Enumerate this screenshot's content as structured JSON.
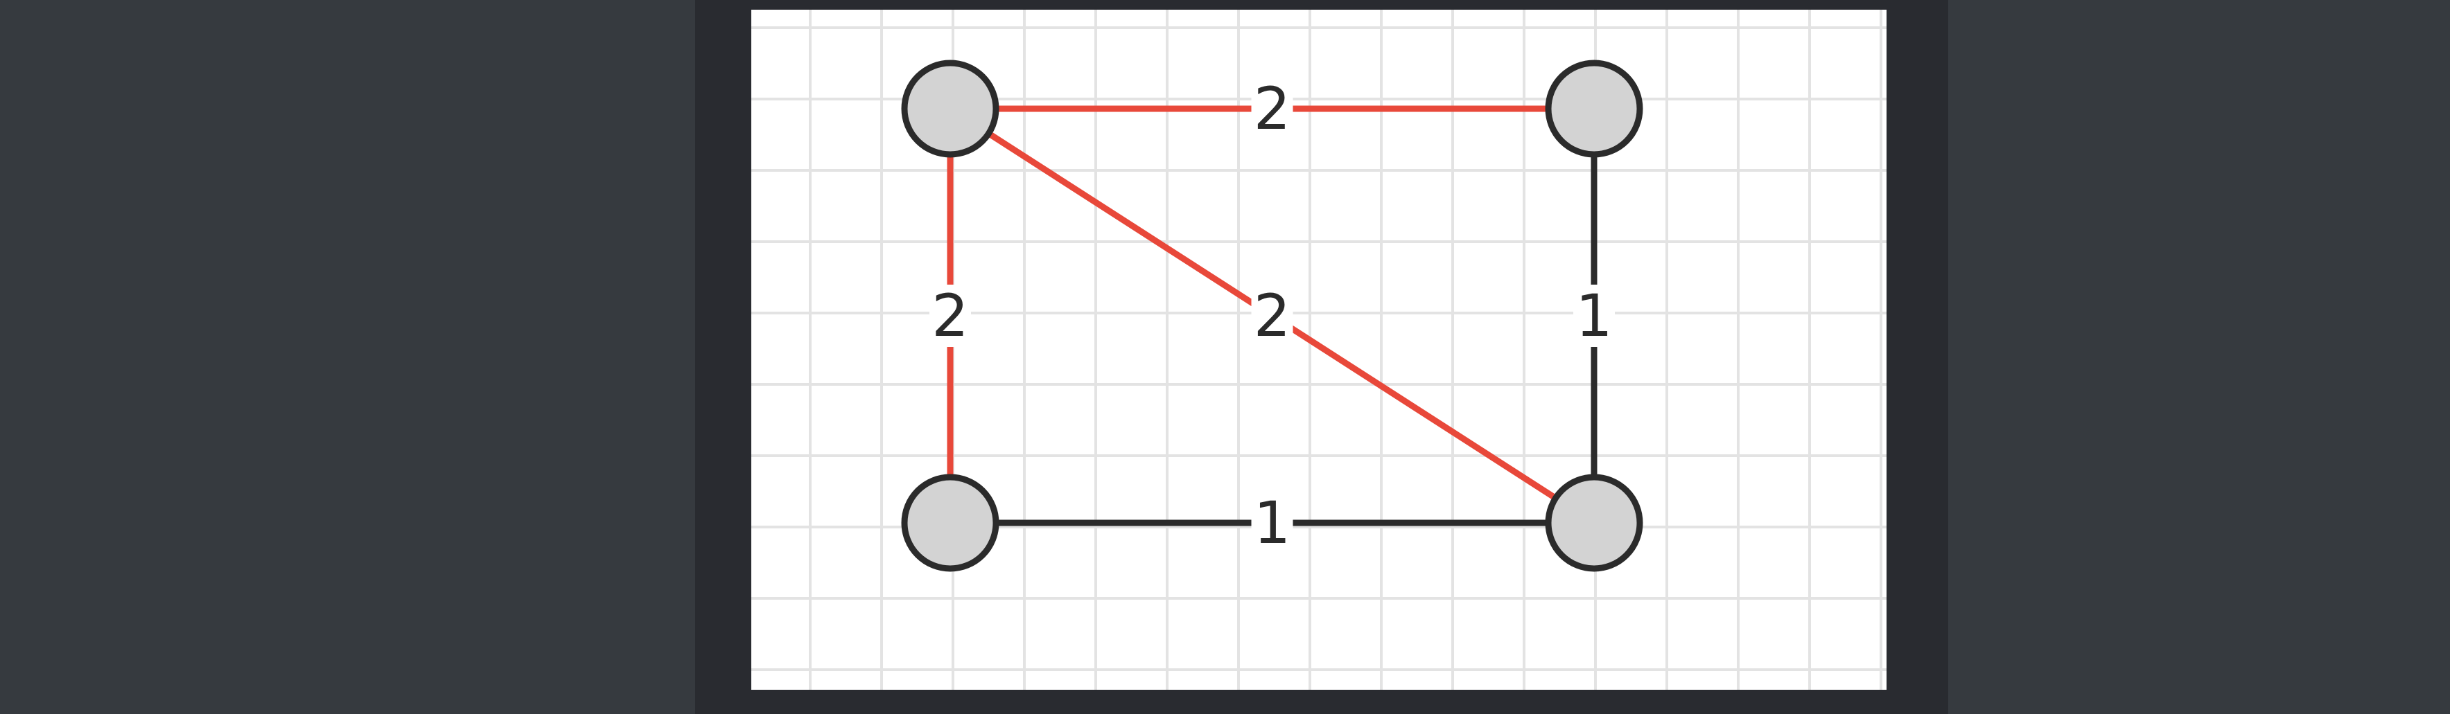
{
  "colors": {
    "background": "#363a3f",
    "frame": "#292b30",
    "canvas": "#ffffff",
    "grid": "#e3e3e3",
    "highlight_edge": "#e8483a",
    "normal_edge": "#2b2b2b",
    "node_fill": "#d3d3d3",
    "node_stroke": "#2b2b2b"
  },
  "graph": {
    "nodes": [
      {
        "id": "top-left"
      },
      {
        "id": "top-right"
      },
      {
        "id": "bottom-left"
      },
      {
        "id": "bottom-right"
      }
    ],
    "edges": [
      {
        "from": "top-left",
        "to": "top-right",
        "weight": "2",
        "highlighted": true
      },
      {
        "from": "top-left",
        "to": "bottom-left",
        "weight": "2",
        "highlighted": true
      },
      {
        "from": "top-left",
        "to": "bottom-right",
        "weight": "2",
        "highlighted": true
      },
      {
        "from": "top-right",
        "to": "bottom-right",
        "weight": "1",
        "highlighted": false
      },
      {
        "from": "bottom-left",
        "to": "bottom-right",
        "weight": "1",
        "highlighted": false
      }
    ]
  }
}
